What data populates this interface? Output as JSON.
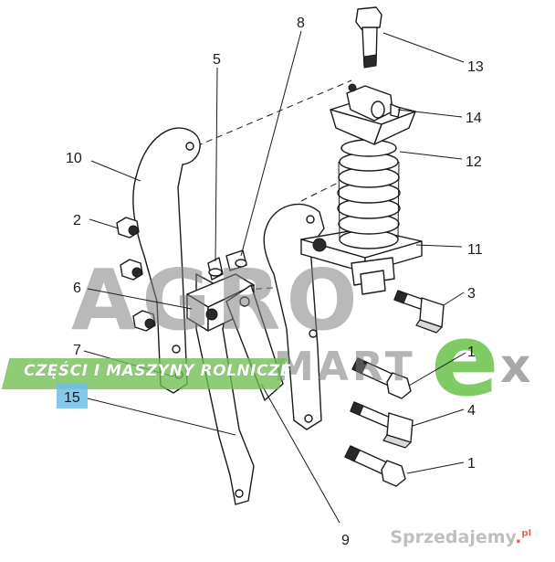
{
  "callouts": [
    {
      "id": "c1a",
      "label": "1"
    },
    {
      "id": "c1b",
      "label": "1"
    },
    {
      "id": "c2",
      "label": "2"
    },
    {
      "id": "c3",
      "label": "3"
    },
    {
      "id": "c4",
      "label": "4"
    },
    {
      "id": "c5",
      "label": "5"
    },
    {
      "id": "c6",
      "label": "6"
    },
    {
      "id": "c7",
      "label": "7"
    },
    {
      "id": "c8",
      "label": "8"
    },
    {
      "id": "c9",
      "label": "9"
    },
    {
      "id": "c10",
      "label": "10"
    },
    {
      "id": "c11",
      "label": "11"
    },
    {
      "id": "c12",
      "label": "12"
    },
    {
      "id": "c13",
      "label": "13"
    },
    {
      "id": "c14",
      "label": "14"
    },
    {
      "id": "c15",
      "label": "15"
    }
  ],
  "watermarks": {
    "brand_main": "AGRO",
    "brand_sub": "MART",
    "brand_e": "e",
    "brand_x": "x",
    "banner": "CZĘŚCI I MASZYNY ROLNICZE",
    "site_name": "Sprzedajemy",
    "site_suffix": "pl"
  },
  "colors": {
    "banner_green": "#6ebe50",
    "highlight_blue": "#6ebee6"
  }
}
